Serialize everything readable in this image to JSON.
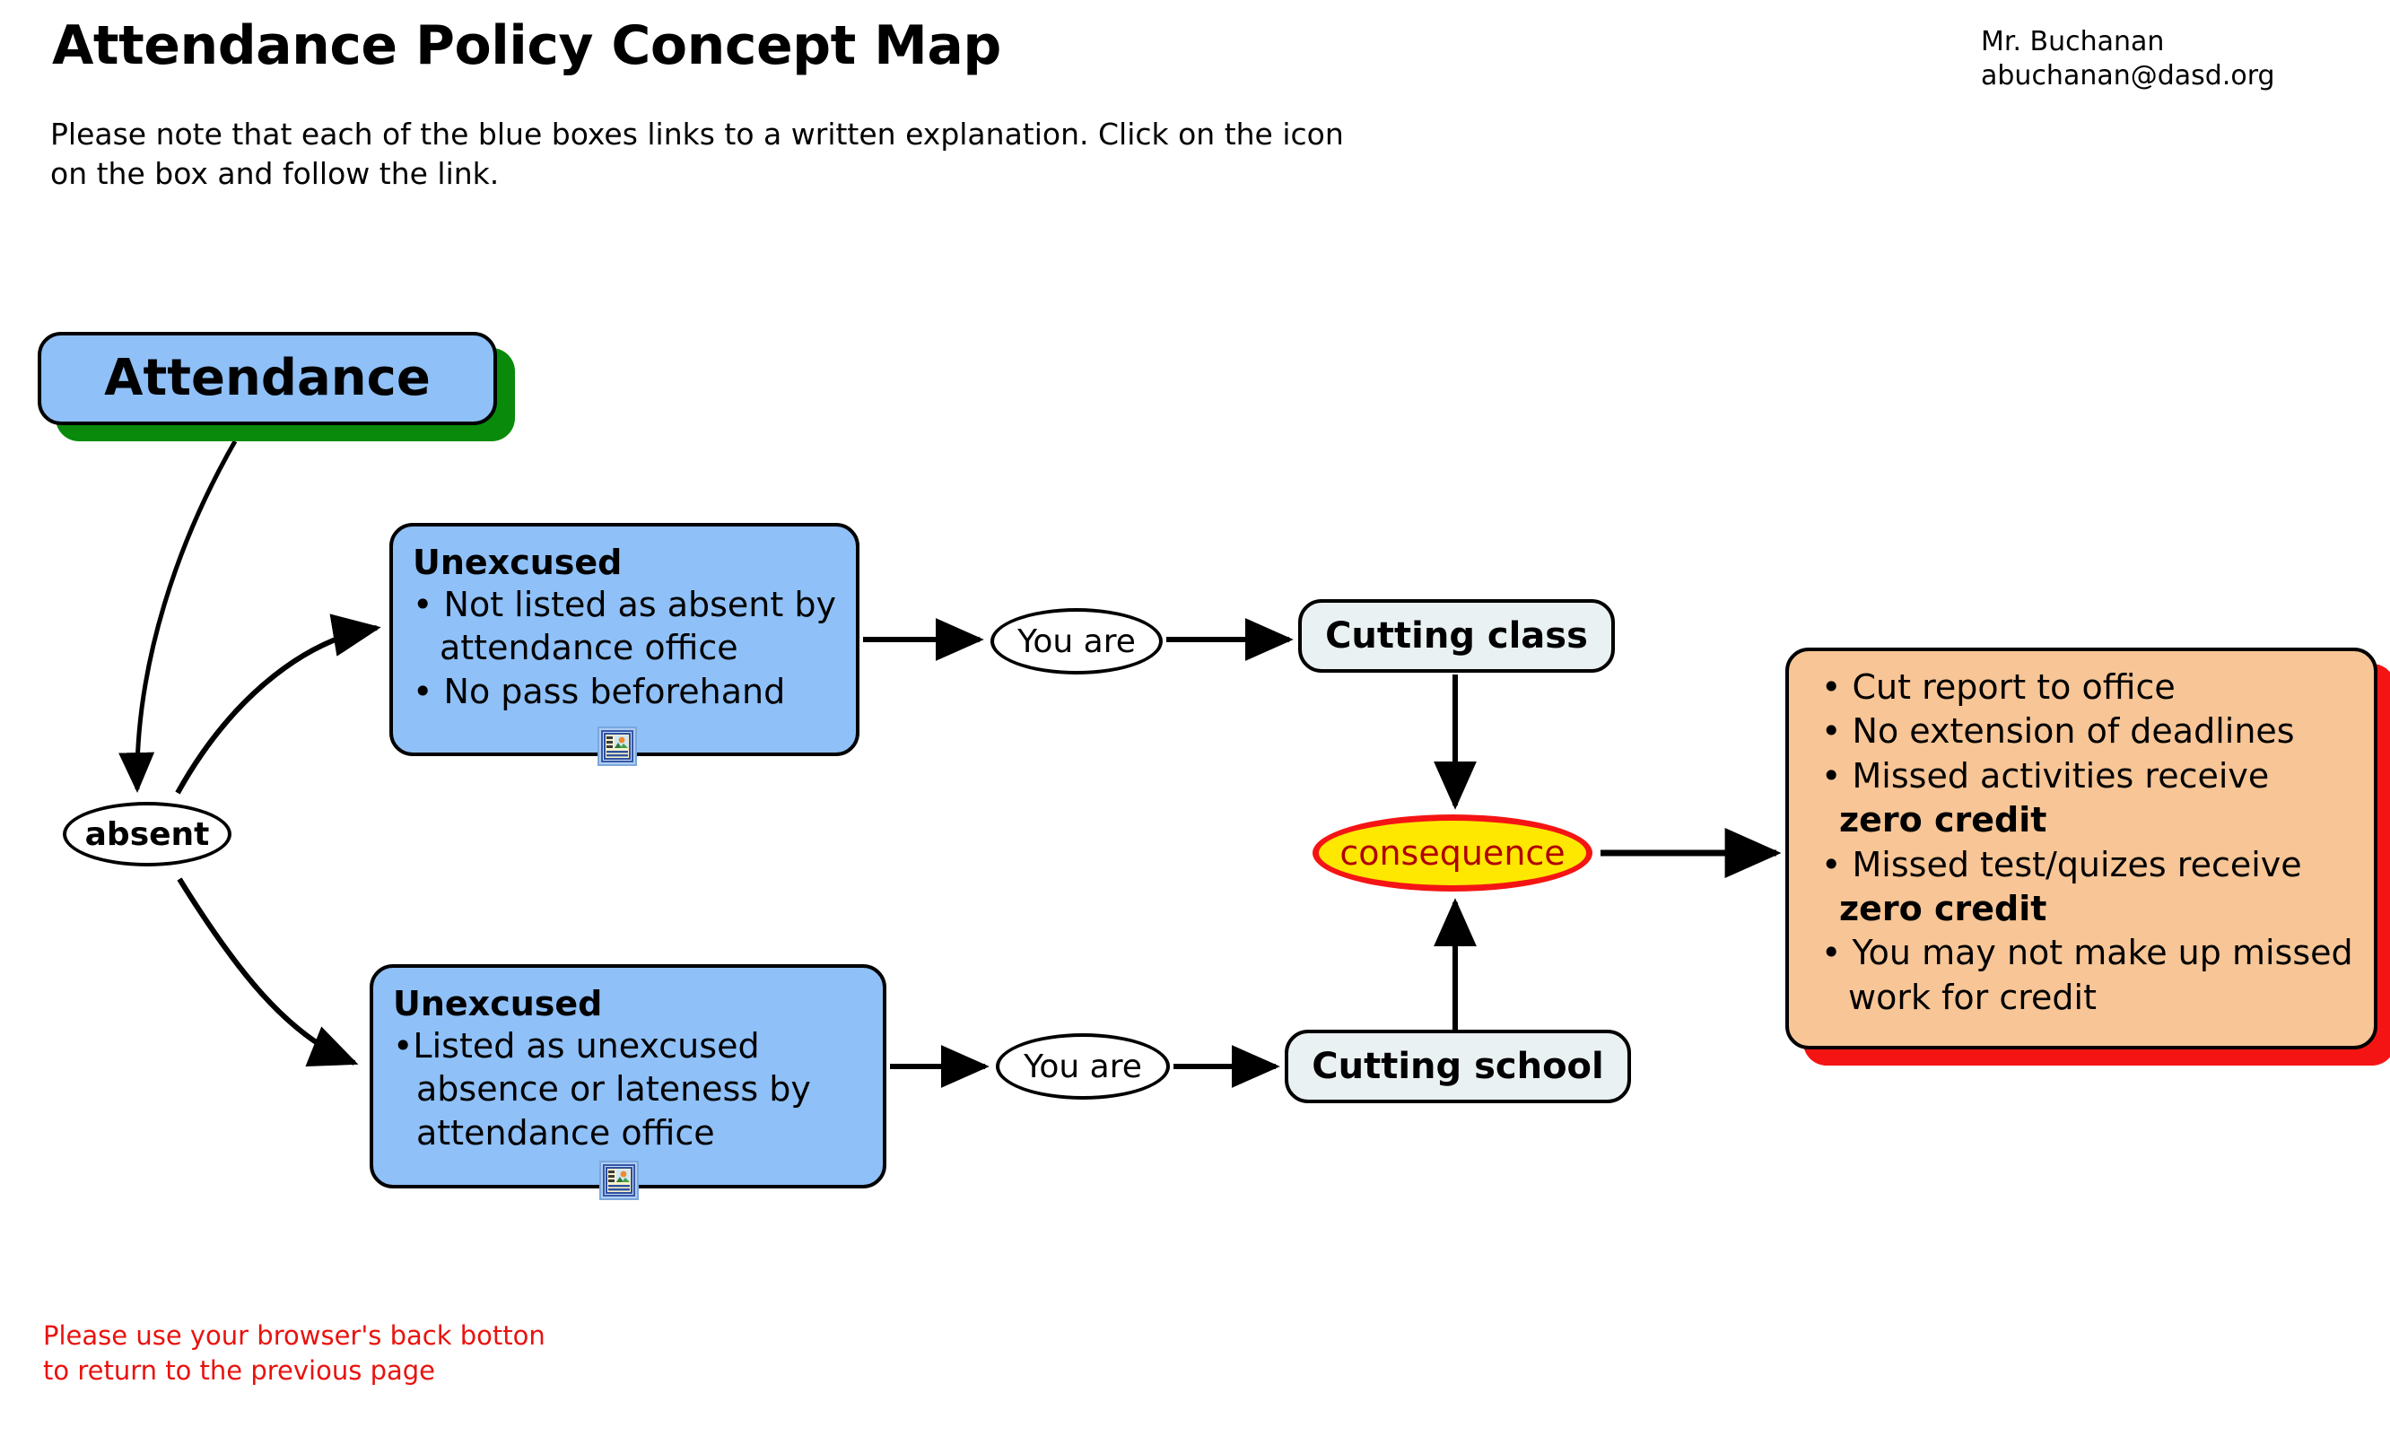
{
  "header": {
    "title": "Attendance Policy Concept Map",
    "author_name": "Mr. Buchanan",
    "author_email": "abuchanan@dasd.org",
    "instructions_line_1": "Please note that each of the blue boxes links to a written explanation. Click on the icon",
    "instructions_line_2": "on the box and follow the link."
  },
  "footer": {
    "line_1": "Please use your browser's back botton",
    "line_2": "to return to the previous page"
  },
  "colors": {
    "blue_fill": "#8fc0f7",
    "green_shadow": "#0a8a0a",
    "gray_fill": "#eaf1f3",
    "orange_fill": "#f7c596",
    "red_shadow": "#f51414",
    "yellow_fill": "#ffe800",
    "red_stroke": "#f51414",
    "red_text": "#b00000",
    "footer_red": "#e8130f",
    "outline": "#000000"
  },
  "nodes": {
    "attendance": {
      "label": "Attendance",
      "shape": "rounded-rect",
      "fill": "#8fc0f7",
      "shadow": "#0a8a0a"
    },
    "absent": {
      "label": "absent",
      "shape": "ellipse",
      "fill": "#ffffff"
    },
    "unexcused_1": {
      "title": "Unexcused",
      "shape": "rounded-rect",
      "fill": "#8fc0f7",
      "bullets": [
        "Not listed as absent by attendance office",
        "No pass beforehand"
      ],
      "bullet_char": "•",
      "icon": "page-link-icon"
    },
    "unexcused_2": {
      "title": "Unexcused",
      "shape": "rounded-rect",
      "fill": "#8fc0f7",
      "bullets": [
        "Listed as unexcused absence or lateness by attendance office"
      ],
      "bullet_char": "•",
      "icon": "page-link-icon"
    },
    "you_are_1": {
      "label": "You are",
      "shape": "ellipse",
      "fill": "#ffffff"
    },
    "you_are_2": {
      "label": "You are",
      "shape": "ellipse",
      "fill": "#ffffff"
    },
    "cutting_class": {
      "label": "Cutting class",
      "shape": "rounded-rect",
      "fill": "#eaf1f3"
    },
    "cutting_school": {
      "label": "Cutting school",
      "shape": "rounded-rect",
      "fill": "#eaf1f3"
    },
    "consequence": {
      "label": "consequence",
      "shape": "ellipse",
      "fill": "#ffe800",
      "stroke": "#f51414",
      "text_color": "#b00000"
    },
    "consequences_list": {
      "shape": "rounded-rect",
      "fill": "#f7c596",
      "shadow": "#f51414",
      "bullet_char": "•",
      "items": [
        {
          "text": "Cut report to office",
          "strong": null
        },
        {
          "text": "No extension of deadlines",
          "strong": null
        },
        {
          "text": "Missed activities receive",
          "strong": "zero credit"
        },
        {
          "text": "Missed test/quizes receive",
          "strong": "zero credit"
        },
        {
          "text": "You may not make up missed work for credit",
          "strong": null
        }
      ]
    }
  },
  "edges": [
    {
      "from": "attendance",
      "to": "absent",
      "style": "curved-arrow"
    },
    {
      "from": "absent",
      "to": "unexcused_1",
      "style": "curved-arrow"
    },
    {
      "from": "absent",
      "to": "unexcused_2",
      "style": "curved-arrow"
    },
    {
      "from": "unexcused_1",
      "to": "you_are_1",
      "style": "straight-arrow"
    },
    {
      "from": "you_are_1",
      "to": "cutting_class",
      "style": "straight-arrow"
    },
    {
      "from": "cutting_class",
      "to": "consequence",
      "style": "straight-arrow"
    },
    {
      "from": "unexcused_2",
      "to": "you_are_2",
      "style": "straight-arrow"
    },
    {
      "from": "you_are_2",
      "to": "cutting_school",
      "style": "straight-arrow"
    },
    {
      "from": "cutting_school",
      "to": "consequence",
      "style": "straight-arrow"
    },
    {
      "from": "consequence",
      "to": "consequences_list",
      "style": "straight-arrow"
    }
  ]
}
